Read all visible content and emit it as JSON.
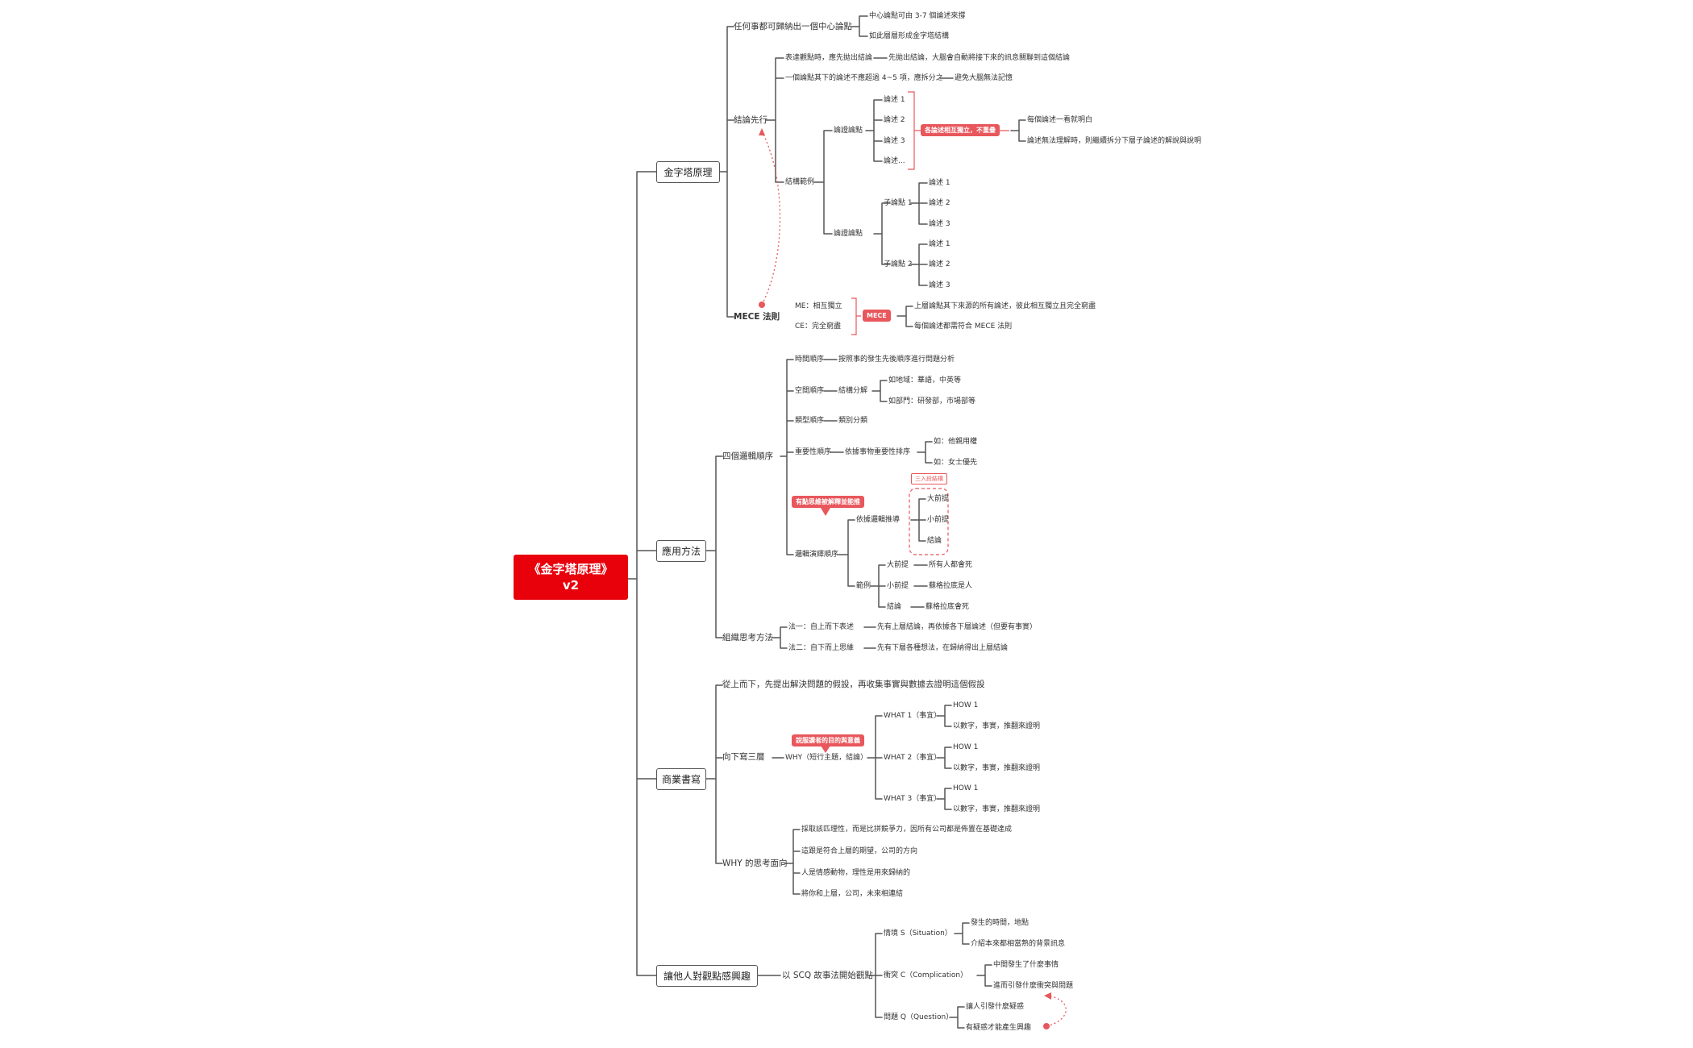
{
  "colors": {
    "root": "#e8000b",
    "accent": "#e8575c",
    "line": "#555555"
  },
  "root": {
    "line1": "《金字塔原理》",
    "line2": "v2"
  },
  "b1": {
    "label": "金字塔原理",
    "c1": {
      "label": "任何事都可歸納出一個中心論點",
      "a": "中心論點可由 3-7 個論述來撐",
      "b": "如此層層形成金字塔結構"
    },
    "c2": {
      "label": "結論先行",
      "a": "表達觀點時，應先拋出結論",
      "a2": "先拋出結論，大腦會自動將接下來的訊息關聯到這個結論",
      "b": "一個論點其下的論述不應超過 4~5 項，應拆分之",
      "b2": "避免大腦無法記憶",
      "ex": "結構範例",
      "g1": "論證論點",
      "g1i": [
        "論述 1",
        "論述 2",
        "論述 3",
        "論述..."
      ],
      "g1badge": "各論述相互獨立，不重疊",
      "g1r1": "每個論述一看就明白",
      "g1r2": "論述無法理解時，則繼續拆分下層子論述的解說與說明",
      "g2": "論證論點",
      "s1": "子論點 1",
      "s1i": [
        "論述 1",
        "論述 2",
        "論述 3"
      ],
      "s2": "子論點 2",
      "s2i": [
        "論述 1",
        "論述 2",
        "論述 3"
      ]
    },
    "c3": {
      "label": "MECE 法則",
      "me": "ME：相互獨立",
      "ce": "CE：完全窮盡",
      "badge": "MECE",
      "r1": "上層論點其下來源的所有論述，彼此相互獨立且完全窮盡",
      "r2": "每個論述都需符合 MECE 法則"
    }
  },
  "b2": {
    "label": "應用方法",
    "c1": {
      "label": "四個邏輯順序",
      "time": "時間順序",
      "time2": "按照事的發生先後順序進行問題分析",
      "space": "空間順序",
      "space2": "結構分解",
      "space3": "如地域：華語，中英等",
      "space4": "如部門：研發部，市場部等",
      "type": "類型順序",
      "type2": "類別分類",
      "imp": "重要性順序",
      "imp2": "依據事物重要性排序",
      "imp3": "如：他親用權",
      "imp4": "如：女士優先",
      "logic": "邏輯演繹順序",
      "logicBadge": "有點思維被解釋並能推",
      "logic2": "依據邏輯推導",
      "tag": "三入段結構",
      "p1": "大前提",
      "p2": "小前提",
      "p3": "結論",
      "ex": "範例",
      "e1": "大前提",
      "e1b": "所有人都會死",
      "e2": "小前提",
      "e2b": "蘇格拉底是人",
      "e3": "結論",
      "e3b": "蘇格拉底會死"
    },
    "c2": {
      "label": "組織思考方法",
      "a": "法一：自上而下表述",
      "a2": "先有上層結論，再依據各下層論述（但要有事實）",
      "b": "法二：自下而上思維",
      "b2": "先有下層各種想法，在歸納得出上層結論"
    }
  },
  "b3": {
    "label": "商業書寫",
    "c0": "從上而下，先提出解決問題的假設，再收集事實與數據去證明這個假設",
    "c1": {
      "label": "向下寫三層",
      "why": "WHY（短行主題，結論）",
      "badge": "說服讀者的目的與意義",
      "w1": "WHAT 1（事宜）",
      "w2": "WHAT 2（事宜）",
      "w3": "WHAT 3（事宜）",
      "how": "HOW 1",
      "proof": "以數字，事實，推翻來證明"
    },
    "c2": {
      "label": "WHY 的思考面向",
      "items": [
        "採取該匹理性，而是比拼競爭力，因所有公司都是佈置在基礎達成",
        "這跟是符合上層的期望，公司的方向",
        "人是情感動物，理性是用來歸納的",
        "將你和上層，公司，未來相連結"
      ]
    }
  },
  "b4": {
    "label": "讓他人對觀點感興趣",
    "c1": "以 SCQ 故事法開始觀點",
    "s": "情境 S（Situation）",
    "s1": "發生的時間，地點",
    "s2": "介紹本來都相當熟的背景訊息",
    "c": "衝突 C（Complication）",
    "c1a": "中間發生了什麼事情",
    "c1b": "進而引發什麼衝突與問題",
    "q": "問題 Q（Question）",
    "q1": "讓人引發什麼疑惑",
    "q2": "有疑惑才能產生興趣"
  }
}
